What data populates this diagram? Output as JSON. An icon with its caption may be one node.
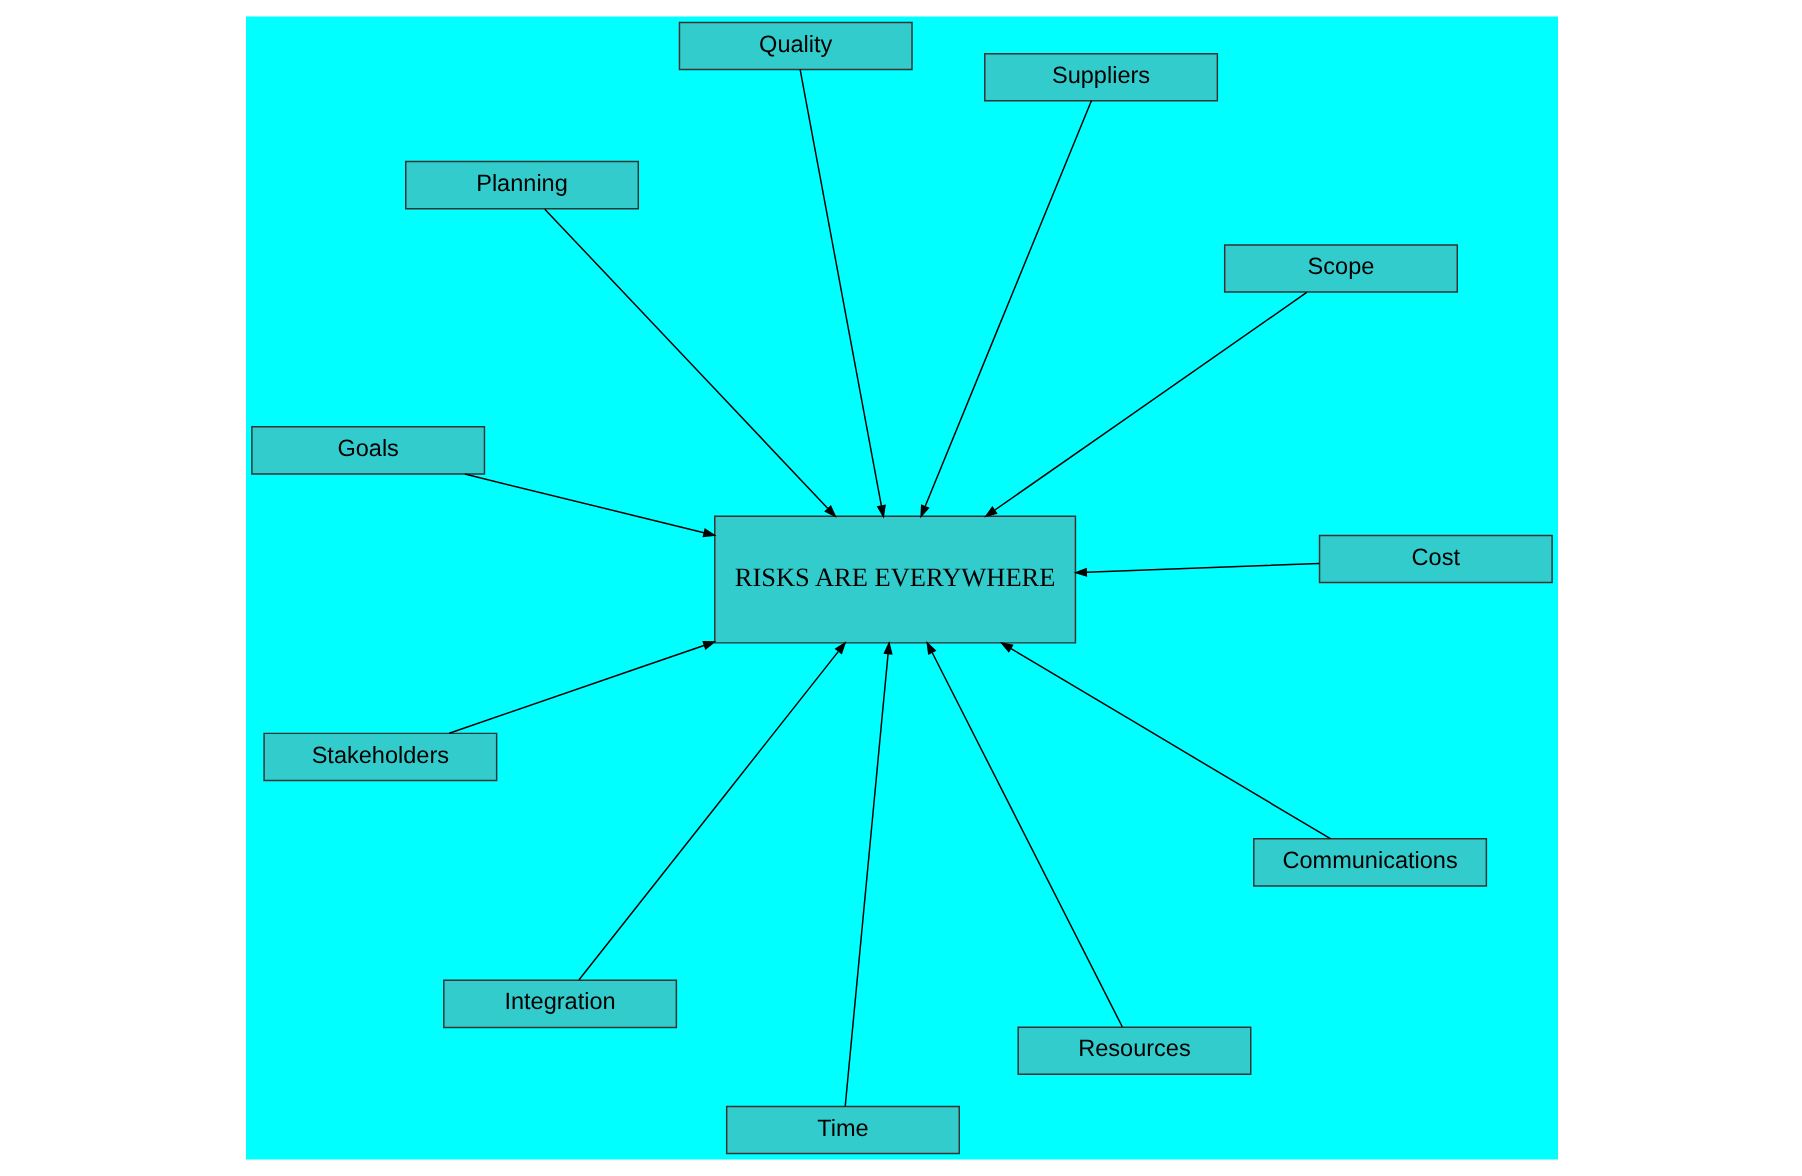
{
  "diagram": {
    "nodes": [
      {
        "text": [
          "Goals"
        ]
      },
      {
        "text": [
          "Scope"
        ]
      },
      {
        "text": [
          "Time"
        ]
      },
      {
        "text": [
          "Quality"
        ]
      },
      {
        "text": [
          "Suppliers"
        ]
      },
      {
        "text": [
          "RISKS ARE EVERYWHERE"
        ]
      },
      {
        "text": [
          "Stakeholders"
        ]
      },
      {
        "text": [
          "Cost"
        ]
      },
      {
        "text": [
          "Integration"
        ]
      },
      {
        "text": [
          "Communications"
        ]
      },
      {
        "text": [
          "Resources"
        ]
      },
      {
        "text": [
          "Planning"
        ]
      }
    ],
    "edges": [
      {
        "from": 0,
        "to": 5,
        "arrow": "to"
      },
      {
        "from": 1,
        "to": 5,
        "arrow": "to"
      },
      {
        "from": 2,
        "to": 5,
        "arrow": "to"
      },
      {
        "from": 3,
        "to": 5,
        "arrow": "to"
      },
      {
        "from": 4,
        "to": 5,
        "arrow": "to"
      },
      {
        "from": 6,
        "to": 5,
        "arrow": "to"
      },
      {
        "from": 7,
        "to": 5,
        "arrow": "to"
      },
      {
        "from": 8,
        "to": 5,
        "arrow": "to"
      },
      {
        "from": 9,
        "to": 5,
        "arrow": "to"
      },
      {
        "from": 10,
        "to": 5,
        "arrow": "to"
      },
      {
        "from": 11,
        "to": 5,
        "arrow": "to"
      }
    ]
  }
}
